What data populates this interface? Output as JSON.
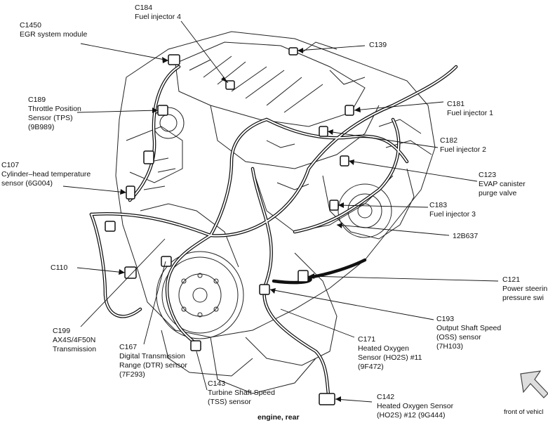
{
  "caption": "engine, rear",
  "front_of_vehicle": "front of vehicl",
  "callouts": {
    "c1450": [
      "C1450",
      "EGR system module"
    ],
    "c184": [
      "C184",
      "Fuel injector 4"
    ],
    "c139": [
      "C139"
    ],
    "c189": [
      "C189",
      "Throttle Position",
      "Sensor (TPS)",
      "(9B989)"
    ],
    "c181": [
      "C181",
      "Fuel injector 1"
    ],
    "c182": [
      "C182",
      "Fuel injector 2"
    ],
    "c107": [
      "C107",
      "Cylinder–head temperature",
      "sensor (6G004)"
    ],
    "c123": [
      "C123",
      "EVAP canister",
      "purge valve"
    ],
    "c183": [
      "C183",
      "Fuel injector 3"
    ],
    "h12b637": [
      "12B637"
    ],
    "c110": [
      "C110"
    ],
    "c121": [
      "C121",
      "Power steerin",
      "pressure swi"
    ],
    "c193": [
      "C193",
      "Output Shaft Speed",
      "(OSS) sensor",
      "(7H103)"
    ],
    "c199": [
      "C199",
      "AX4S/4F50N",
      "Transmission"
    ],
    "c167": [
      "C167",
      "Digital Transmission",
      "Range (DTR) sensor",
      "(7F293)"
    ],
    "c171": [
      "C171",
      "Heated Oxygen",
      "Sensor (HO2S) #11",
      "(9F472)"
    ],
    "c143": [
      "C143",
      "Turbine Shaft Speed",
      "(TSS) sensor"
    ],
    "c142": [
      "C142",
      "Heated Oxygen Sensor",
      "(HO2S) #12 (9G444)"
    ]
  }
}
